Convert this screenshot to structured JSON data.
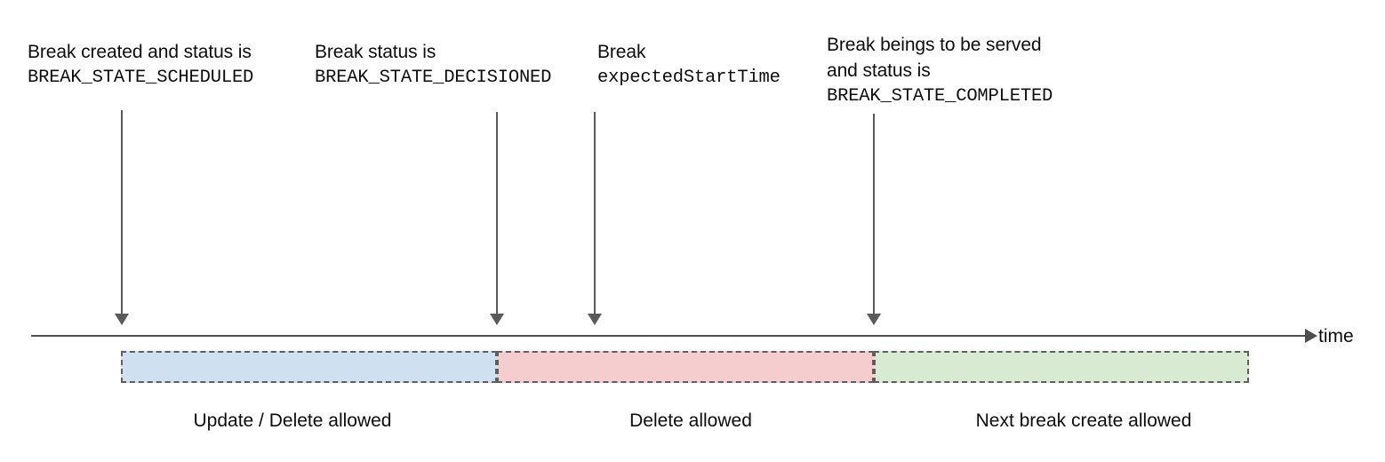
{
  "diagram": {
    "title_axis_label": "time",
    "colors": {
      "phase_scheduled_fill": "#cfe0f1",
      "phase_decisioned_fill": "#f5cdce",
      "phase_completed_fill": "#d8ead1",
      "bar_border": "#5f5f5f",
      "arrow": "#5a5a5a",
      "axis": "#4f4f4f",
      "text": "#0d0d0d"
    },
    "annotations": [
      {
        "id": "break-created",
        "line1": "Break created and status is",
        "line2": "BREAK_STATE_SCHEDULED"
      },
      {
        "id": "break-decisioned",
        "line1": "Break status is",
        "line2": "BREAK_STATE_DECISIONED"
      },
      {
        "id": "break-expected-start",
        "line1": "Break",
        "line2": "expectedStartTime"
      },
      {
        "id": "break-completed",
        "line1": "Break beings to be served",
        "line2": "and status is",
        "line3": "BREAK_STATE_COMPLETED"
      }
    ],
    "phases": [
      {
        "id": "scheduled",
        "caption": "Update / Delete allowed"
      },
      {
        "id": "decisioned",
        "caption": "Delete allowed"
      },
      {
        "id": "completed",
        "caption": "Next break create allowed"
      }
    ]
  }
}
